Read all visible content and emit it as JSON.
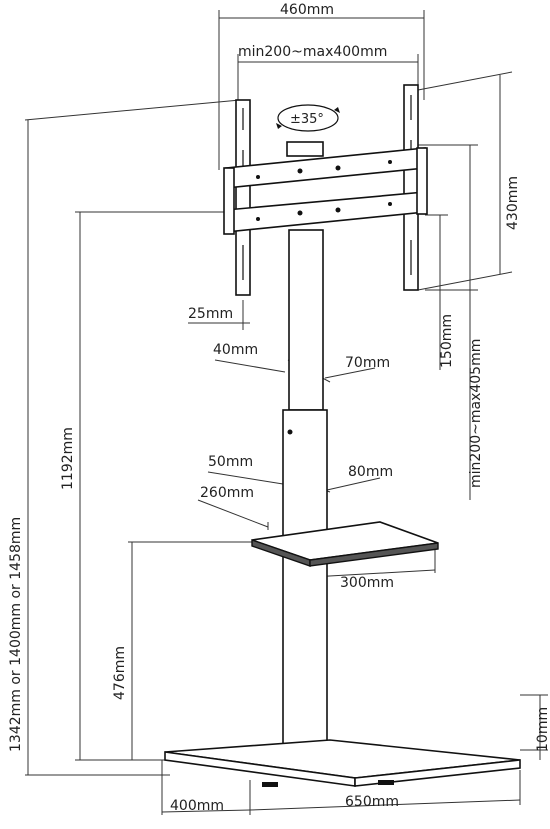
{
  "dimensions": {
    "vesa_width": "460mm",
    "vesa_range_h": "min200~max400mm",
    "tilt": "±35°",
    "bracket_height": "430mm",
    "vesa_range_v": "min200~max405mm",
    "vertical_offset": "150mm",
    "arm_depth": "25mm",
    "upper_pole_front": "40mm",
    "upper_pole_side": "70mm",
    "lower_pole_front": "50mm",
    "lower_pole_side": "80mm",
    "shelf_depth": "260mm",
    "shelf_width": "300mm",
    "total_height": "1342mm or 1400mm or 1458mm",
    "center_height": "1192mm",
    "shelf_height": "476mm",
    "base_thickness": "10mm",
    "base_depth": "400mm",
    "base_width": "650mm"
  }
}
